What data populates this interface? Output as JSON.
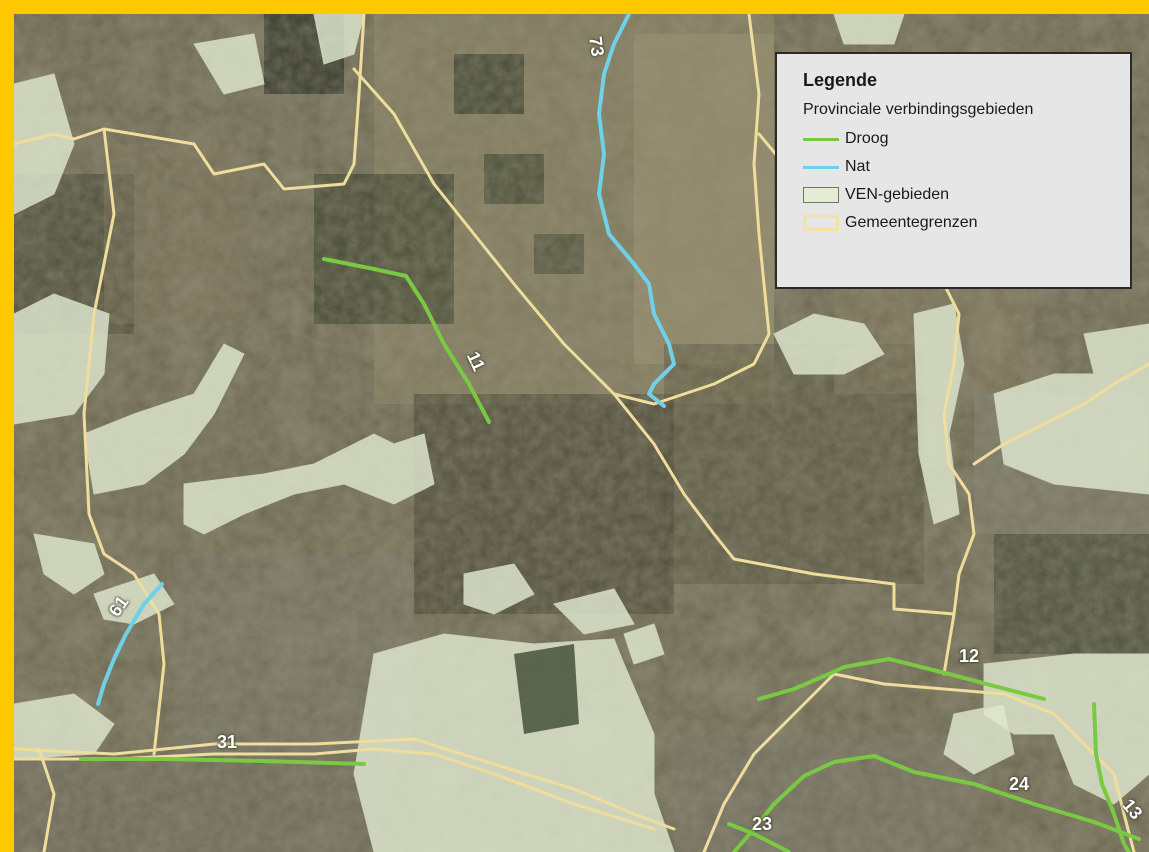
{
  "legend": {
    "title": "Legende",
    "subtitle": "Provinciale verbindingsgebieden",
    "items": [
      {
        "label": "Droog",
        "kind": "line",
        "color": "#7ac943"
      },
      {
        "label": "Nat",
        "kind": "line",
        "color": "#6fd0e8"
      },
      {
        "label": "VEN-gebieden",
        "kind": "patch",
        "color": "#e4ecd6",
        "border": "#6c7660"
      },
      {
        "label": "Gemeentegrenzen",
        "kind": "boundary",
        "color": "#f2e2a6"
      }
    ]
  },
  "corridor_labels": [
    "73",
    "11",
    "61",
    "31",
    "12",
    "24",
    "23",
    "13"
  ],
  "colors": {
    "frame": "#ffc800",
    "droog": "#7ac943",
    "nat": "#6fd0e8",
    "ven": "#dfe8cf",
    "boundary": "#eedd9c"
  }
}
